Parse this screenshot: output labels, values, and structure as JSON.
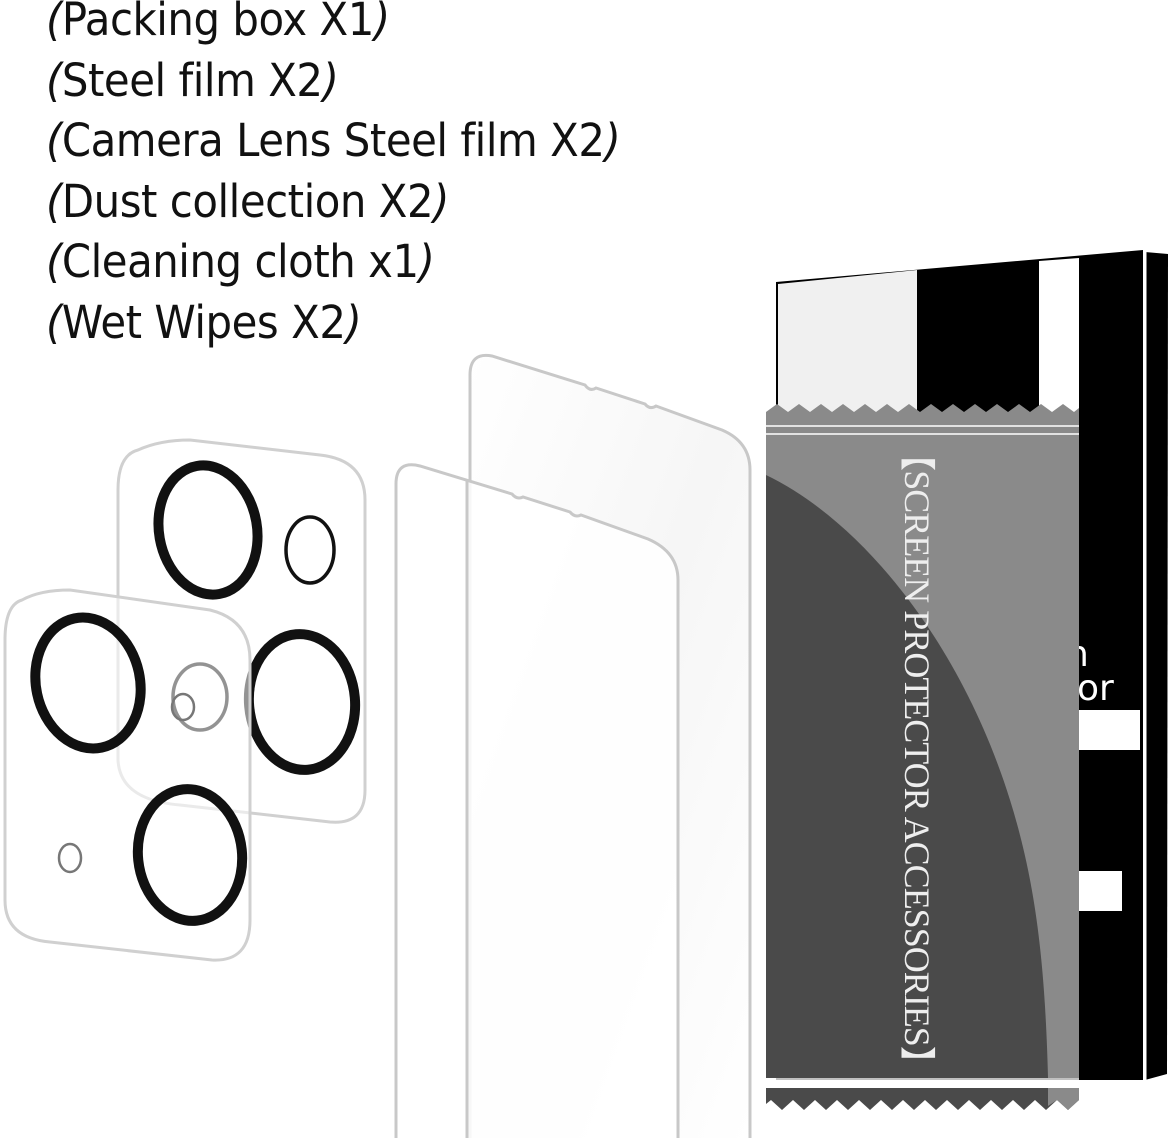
{
  "contents": {
    "items": [
      {
        "open": "(",
        "label": "Packing box X1",
        "close": ")"
      },
      {
        "open": "(",
        "label": "Steel film X2",
        "close": ")"
      },
      {
        "open": "(",
        "label": "Camera Lens Steel film X2",
        "close": ")"
      },
      {
        "open": "(",
        "label": "Dust collection X2",
        "close": ")"
      },
      {
        "open": "(",
        "label": "Cleaning cloth x1",
        "close": ")"
      },
      {
        "open": "(",
        "label": "Wet Wipes X2",
        "close": ")"
      }
    ]
  },
  "pouch": {
    "label": "【SCREEN PROTECTOR ACCESSORIES】",
    "colors": {
      "light": "#8a8a8a",
      "dark": "#4a4a4a",
      "text": "#eeeeee"
    }
  },
  "box": {
    "partial_text_line1": "n",
    "partial_text_line2": "or",
    "colors": {
      "black": "#000000",
      "white": "#ffffff",
      "light_panel": "#f0f0f0"
    }
  }
}
